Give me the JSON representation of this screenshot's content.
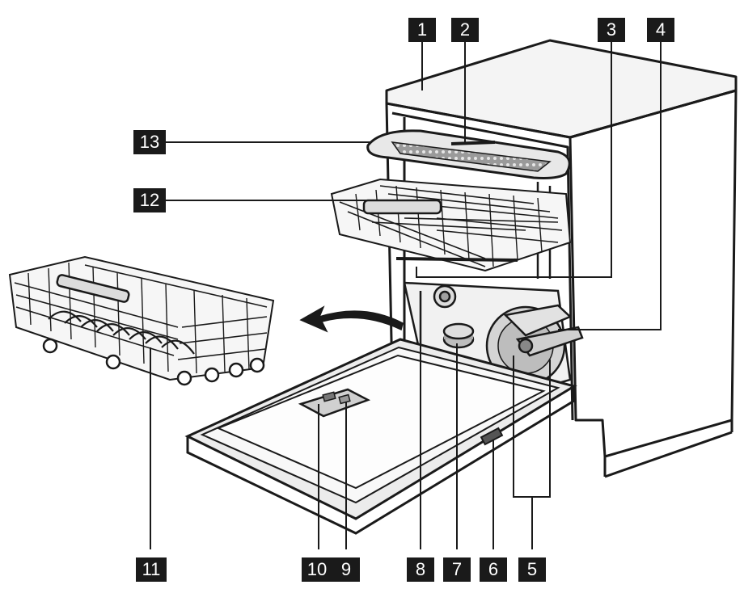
{
  "colors": {
    "line": "#1a1a1a",
    "light_gray": "#d9d9d9",
    "mid_gray": "#bdbdbd",
    "dark_gray": "#6e6e6e",
    "badge_bg": "#1a1a1a",
    "badge_text": "#ffffff"
  },
  "callouts": [
    {
      "id": "1",
      "label": "1"
    },
    {
      "id": "2",
      "label": "2"
    },
    {
      "id": "3",
      "label": "3"
    },
    {
      "id": "4",
      "label": "4"
    },
    {
      "id": "5",
      "label": "5"
    },
    {
      "id": "6",
      "label": "6"
    },
    {
      "id": "7",
      "label": "7"
    },
    {
      "id": "8",
      "label": "8"
    },
    {
      "id": "9",
      "label": "9"
    },
    {
      "id": "10",
      "label": "10"
    },
    {
      "id": "11",
      "label": "11"
    },
    {
      "id": "12",
      "label": "12"
    },
    {
      "id": "13",
      "label": "13"
    }
  ]
}
